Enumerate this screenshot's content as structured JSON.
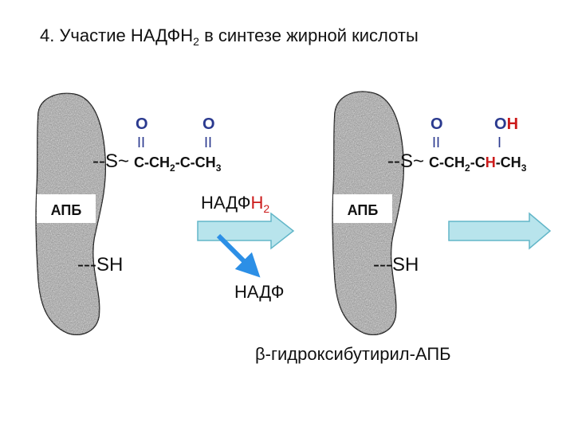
{
  "title": {
    "prefix": "4. Участие НАДФН",
    "sub": "2",
    "suffix": " в синтезе жирной кислоты"
  },
  "colors": {
    "blue": "#2b3a8f",
    "red": "#cc1b1b",
    "arrow_fill": "#b8e4ec",
    "arrow_stroke": "#62b6c8",
    "diag_arrow": "#2c8fe6"
  },
  "left_enzyme": {
    "label": "АПБ",
    "sh_group": "---SH",
    "thio_link": "--S~",
    "o1": "O",
    "o2": "O",
    "bond": "II",
    "chain_c1": "C-CH",
    "chain_c1_sub": "2",
    "chain_c2": "C-CH",
    "chain_c2_sub": "3"
  },
  "reaction": {
    "reagent_prefix": "НАДФ",
    "reagent_h": "H",
    "reagent_sub": "2",
    "product": "НАДФ"
  },
  "right_enzyme": {
    "label": "АПБ",
    "sh_group": "---SH",
    "thio_link": "--S~",
    "o1": "O",
    "oh_o": "O",
    "oh_h": "H",
    "bond": "II",
    "single_bond": "I",
    "chain_c1": "C-CH",
    "chain_c1_sub": "2",
    "chain_c2_c": "C",
    "chain_c2_h": "H",
    "chain_c2_tail": "-CH",
    "chain_c2_sub": "3"
  },
  "caption": "β-гидроксибутирил-АПБ"
}
